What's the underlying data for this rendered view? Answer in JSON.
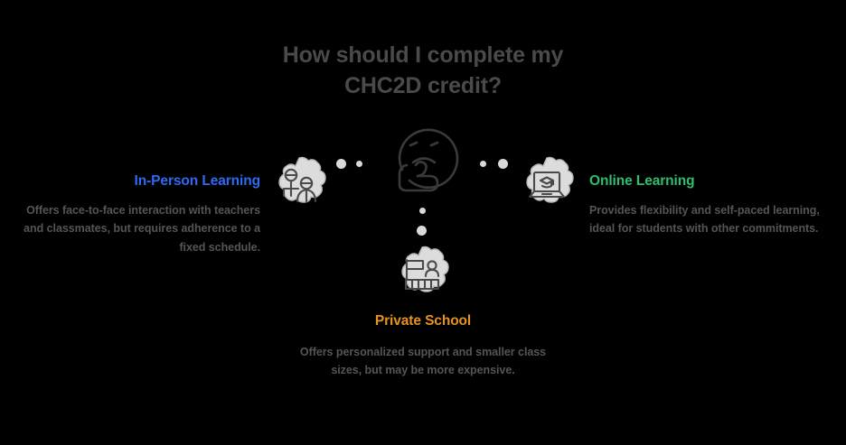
{
  "title": {
    "line1": "How should I complete my",
    "line2": "CHC2D credit?",
    "color": "#4a4a4a"
  },
  "center": {
    "icon": "thinking-face-icon",
    "stroke_color": "#3a3a3a"
  },
  "branches": [
    {
      "id": "in-person-learning",
      "heading": "In-Person Learning",
      "body": "Offers face-to-face interaction with teachers and classmates, but requires adherence to a fixed schedule.",
      "color": "#2d6bf5",
      "icon": "two-people-icon",
      "position": "left"
    },
    {
      "id": "online-learning",
      "heading": "Online Learning",
      "body": "Provides flexibility and self-paced learning, ideal for students with other commitments.",
      "color": "#2fbd70",
      "icon": "laptop-graduation-cap-icon",
      "position": "right"
    },
    {
      "id": "private-school",
      "heading": "Private School",
      "body": "Offers personalized support and smaller class sizes, but may be more expensive.",
      "color": "#e8921f",
      "icon": "classroom-building-icon",
      "position": "bottom"
    }
  ],
  "style": {
    "background": "#000000",
    "body_text_color": "#555555",
    "blob_fill": "#dcdcdc",
    "blob_stroke": "#b5b5b5",
    "icon_stroke": "#4a4a4a",
    "dot_color": "#d9d9d9"
  }
}
